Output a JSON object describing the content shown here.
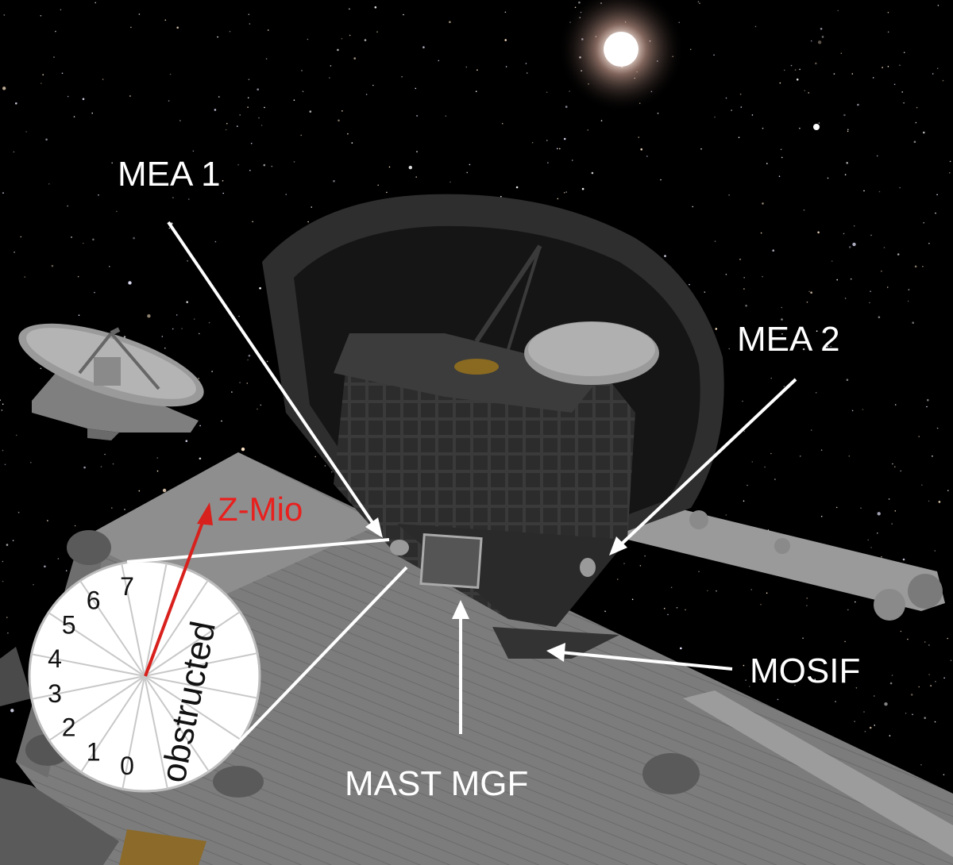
{
  "labels": {
    "mea1": "MEA 1",
    "mea2": "MEA 2",
    "mosif": "MOSIF",
    "mast_mgf": "MAST MGF",
    "z_mio": "Z-Mio",
    "obstructed": "obstructed"
  },
  "sectors": [
    "0",
    "1",
    "2",
    "3",
    "4",
    "5",
    "6",
    "7"
  ],
  "colors": {
    "background": "#000000",
    "arrow": "#ffffff",
    "z_axis": "#d8201c",
    "label": "#ffffff",
    "z_label": "#e8201e"
  }
}
